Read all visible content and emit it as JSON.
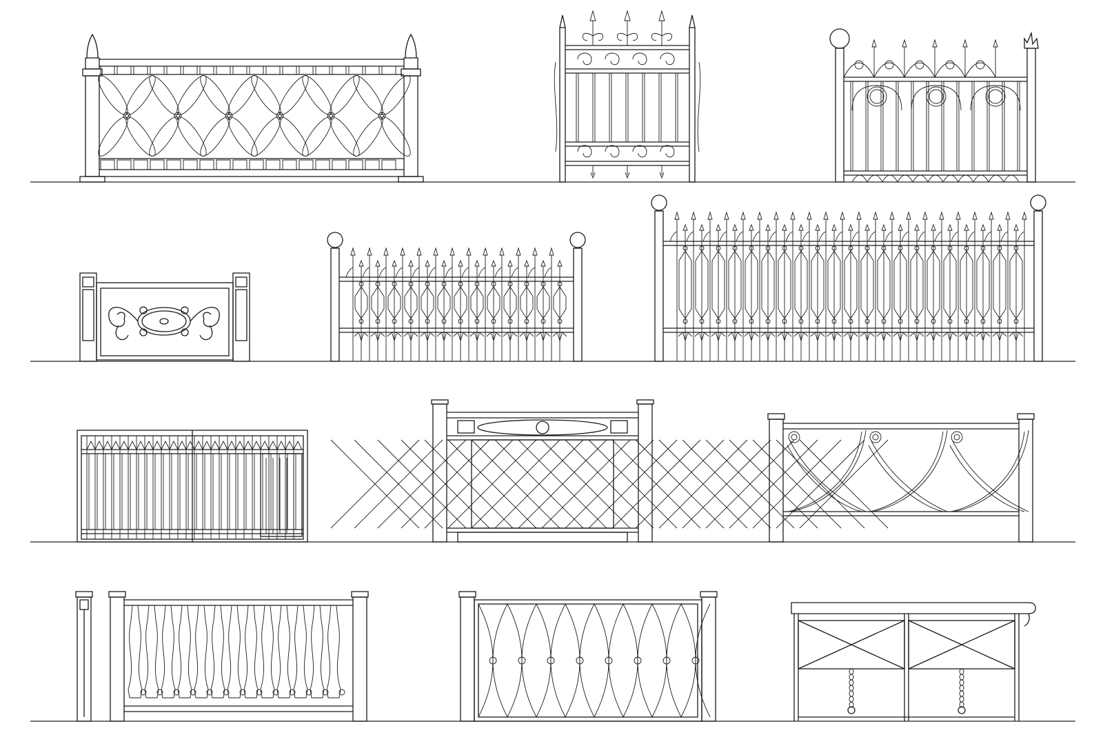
{
  "drawing": {
    "background": "#ffffff",
    "line_color": "#1a1a1a",
    "rows": [
      {
        "fences": [
          "fence-pattern-crossed-ovals",
          "fence-pattern-spear-gate-scrolls",
          "fence-pattern-arched-spear-rings"
        ]
      },
      {
        "fences": [
          "fence-pattern-heart-scroll-panel",
          "fence-pattern-ball-post-spear-short",
          "fence-pattern-ball-post-spear-long"
        ]
      },
      {
        "fences": [
          "fence-pattern-vertical-bar-gate",
          "fence-pattern-diamond-lattice",
          "fence-pattern-sickle-curves"
        ]
      },
      {
        "fences": [
          "fence-pattern-baluster-panel",
          "fence-pattern-interlocking-arcs",
          "fence-pattern-x-brace-chains"
        ]
      }
    ]
  }
}
